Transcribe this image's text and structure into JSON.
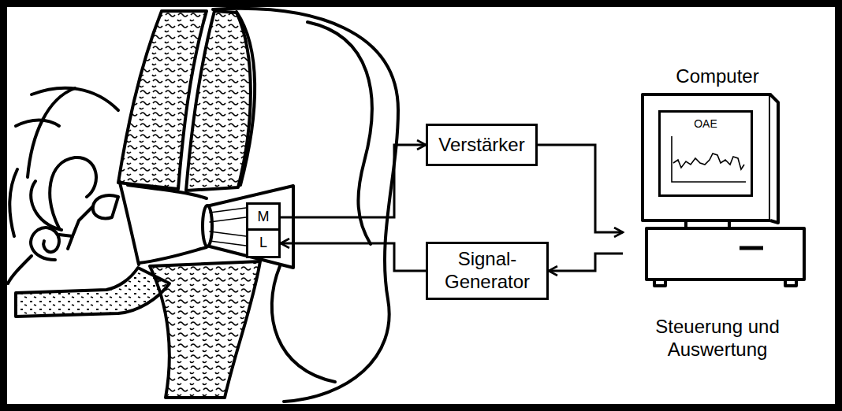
{
  "diagram": {
    "nodes": [
      {
        "text": [
          "M"
        ]
      },
      {
        "text": [
          "L"
        ]
      },
      {
        "text": [
          "Verstärker"
        ]
      },
      {
        "text": [
          "Signal-Generator"
        ]
      },
      {
        "text": [
          "Computer",
          "Steuerung und Auswertung"
        ]
      },
      {
        "text": [
          "OAE"
        ],
        "in": 4
      }
    ],
    "edges": [
      {
        "from": 0,
        "to": 2,
        "arrow": "to"
      },
      {
        "from": 2,
        "to": 4,
        "arrow": "to"
      },
      {
        "from": 4,
        "to": 3,
        "arrow": "to"
      },
      {
        "from": 3,
        "to": 1,
        "arrow": "to"
      }
    ]
  }
}
